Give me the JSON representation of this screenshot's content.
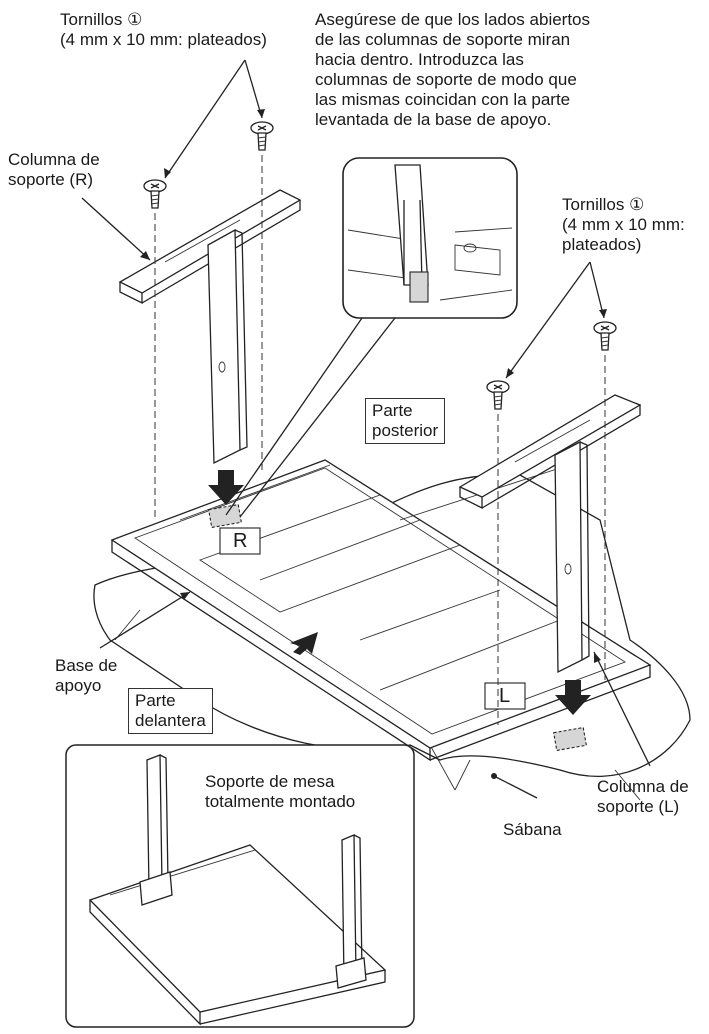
{
  "labels": {
    "screws_top": "Tornillos ①\n(4 mm x 10 mm: plateados)",
    "instruction": "Asegúrese de que los lados abiertos\nde las columnas de soporte miran\nhacia dentro. Introduzca las\ncolumnas de soporte de modo que\nlas mismas coincidan con la parte\nlevantada de la base de apoyo.",
    "column_r": "Columna de\nsoporte (R)",
    "screws_right": "Tornillos ①\n(4 mm x 10 mm:\nplateados)",
    "rear": "Parte\nposterior",
    "base": "Base de\napoyo",
    "front": "Parte\ndelantera",
    "assembled": "Soporte de mesa\ntotalmente montado",
    "column_l": "Columna de\nsoporte (L)",
    "sheet": "Sábana"
  },
  "marks": {
    "r_mark": "R",
    "l_mark": "L"
  },
  "colors": {
    "line": "#222222",
    "metal_fill": "#ffffff",
    "highlight": "#d6d6d6"
  }
}
